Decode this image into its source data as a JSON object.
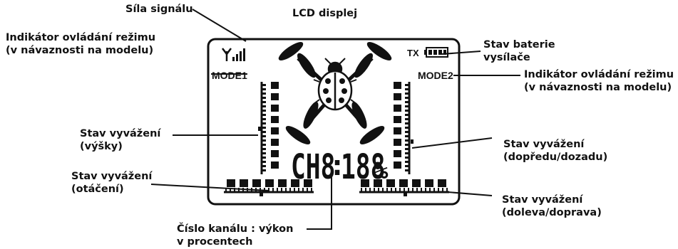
{
  "title": "LCD displej",
  "labels": {
    "signal": "Síla signálu",
    "mode_left_1": "Indikátor ovládání režimu",
    "mode_left_2": "(v návaznosti na modelu)",
    "battery_1": "Stav baterie",
    "battery_2": "vysílače",
    "mode_right_1": "Indikátor ovládání režimu",
    "mode_right_2": "(v návaznosti na modelu)",
    "trim_height_1": "Stav vyvážení",
    "trim_height_2": "(výšky)",
    "trim_fwd_1": "Stav vyvážení",
    "trim_fwd_2": "(dopředu/dozadu)",
    "trim_rot_1": "Stav vyvážení",
    "trim_rot_2": "(otáčení)",
    "trim_lr_1": "Stav vyvážení",
    "trim_lr_2": "(doleva/doprava)",
    "channel_1": "Číslo kanálu : výkon",
    "channel_2": "v procentech"
  },
  "display": {
    "mode_left": "MODE1",
    "mode_right": "MODE2",
    "tx": "TX",
    "channel": "CH8",
    "separator": ":",
    "power": "188",
    "percent": "%"
  },
  "colors": {
    "ink": "#111111",
    "background": "#ffffff"
  },
  "icons": [
    "antenna-icon",
    "signal-bars-icon",
    "battery-icon",
    "quadcopter-icon",
    "ladybug-icon"
  ]
}
